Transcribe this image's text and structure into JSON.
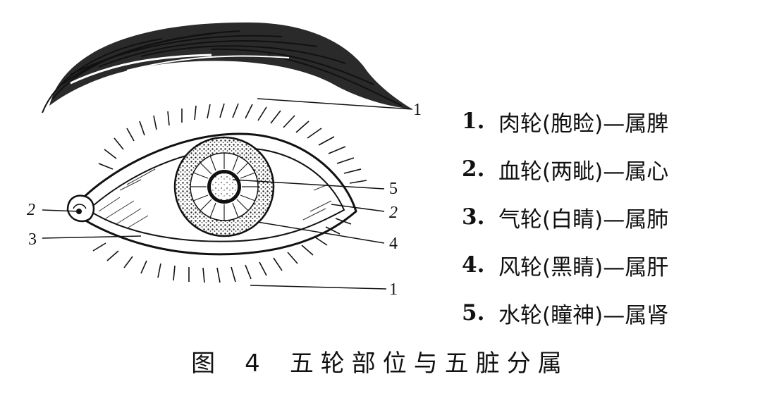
{
  "callouts": {
    "eyelid_upper": "1",
    "canthus_inner": "2",
    "canthus_outer": "2",
    "white": "3",
    "iris": "4",
    "pupil": "5",
    "eyelid_lower": "1"
  },
  "legend": [
    {
      "num": "1.",
      "text": "肉轮(胞睑)—属脾"
    },
    {
      "num": "2.",
      "text": "血轮(两眦)—属心"
    },
    {
      "num": "3.",
      "text": "气轮(白睛)—属肺"
    },
    {
      "num": "4.",
      "text": "风轮(黑睛)—属肝"
    },
    {
      "num": "5.",
      "text": "水轮(瞳神)—属肾"
    }
  ],
  "caption": {
    "label": "图",
    "number": "4",
    "title": "五轮部位与五脏分属"
  }
}
